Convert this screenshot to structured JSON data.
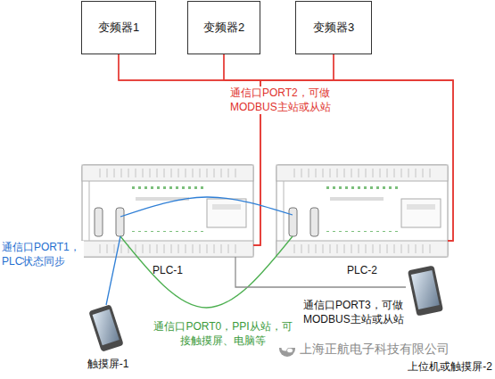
{
  "diagram": {
    "nodes": [
      {
        "text": [
          "变频器1"
        ]
      },
      {
        "text": [
          "变频器2"
        ]
      },
      {
        "text": [
          "变频器3"
        ]
      },
      {
        "text": [
          "PLC-1"
        ]
      },
      {
        "text": [
          "PLC-2"
        ]
      },
      {
        "text": [
          "触摸屏-1"
        ]
      },
      {
        "text": [
          "上位机或触摸屏-2"
        ]
      }
    ],
    "edges": [
      {
        "from": 0,
        "to": 3,
        "arrow": "none"
      },
      {
        "from": 1,
        "to": 3,
        "arrow": "none"
      },
      {
        "from": 2,
        "to": 3,
        "arrow": "none"
      },
      {
        "from": 0,
        "to": 4,
        "arrow": "none"
      },
      {
        "from": 1,
        "to": 4,
        "arrow": "none"
      },
      {
        "from": 2,
        "to": 4,
        "arrow": "none"
      },
      {
        "from": 3,
        "to": 4,
        "arrow": "none"
      },
      {
        "from": 3,
        "to": 4,
        "arrow": "none"
      },
      {
        "from": 3,
        "to": 5,
        "arrow": "none"
      },
      {
        "from": 3,
        "to": 6,
        "arrow": "none"
      }
    ],
    "labels": [
      "通信口PORT2，可做 MODBUS主站或从站",
      "通信口PORT1，PLC状态同步",
      "通信口PORT0，PPI从站，可接触摸屏、电脑等",
      "通信口PORT3，可做 MODBUS主站或从站",
      "上海正航电子科技有限公司"
    ]
  }
}
